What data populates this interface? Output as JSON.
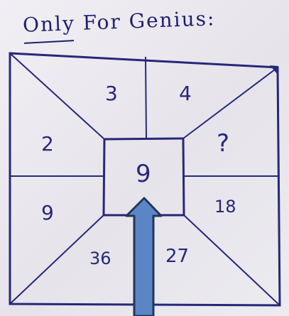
{
  "title": "Only For Genius:",
  "puzzle": {
    "center": "9",
    "top_left": "3",
    "top_right": "4",
    "left_top": "2",
    "right_top": "?",
    "left_bottom": "9",
    "right_bottom": "18",
    "bottom_left": "36",
    "bottom_right": "27"
  },
  "colors": {
    "ink": "#27277a",
    "paper": "#eceaf0",
    "arrow": "#5b86c6",
    "arrow_outline": "#23345a"
  },
  "icons": {
    "pointer": "up-arrow-icon"
  }
}
